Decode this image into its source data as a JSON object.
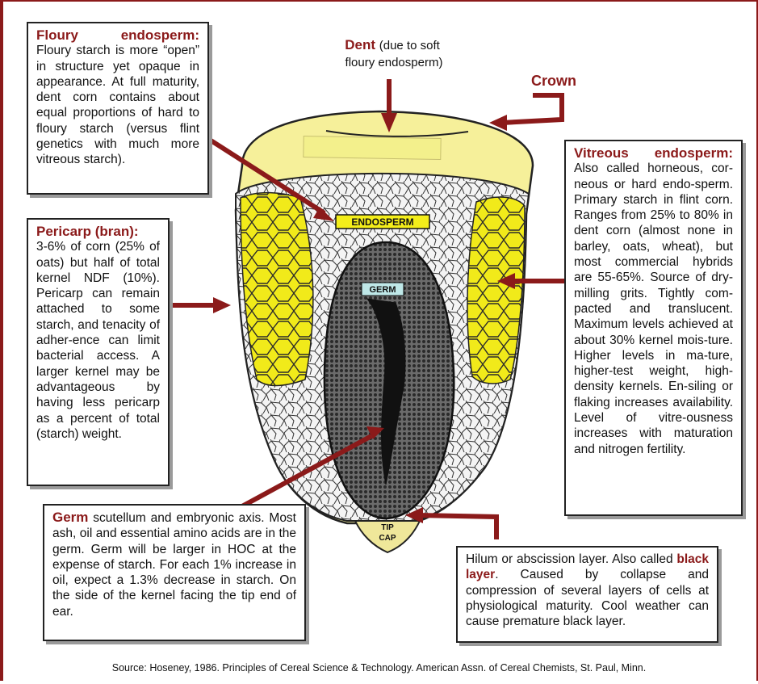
{
  "colors": {
    "title_red": "#8b1a1a",
    "arrow_red": "#8b1a1a",
    "crown_yellow": "#f6f09a",
    "vitreous_yellow": "#f1ea1a",
    "germ_dark": "#3a3a3a",
    "tip_cap": "#efe79a"
  },
  "labels": {
    "dent_title": "Dent",
    "dent_note_1": "(due to soft",
    "dent_note_2": "floury endosperm)",
    "crown": "Crown",
    "endosperm": "ENDOSPERM",
    "germ": "GERM",
    "tip_cap_1": "TIP",
    "tip_cap_2": "CAP"
  },
  "boxes": {
    "floury": {
      "title": "Floury endosperm:",
      "text": "Floury starch is more “open” in structure yet opaque in appearance. At full maturity, dent corn contains about equal proportions of hard to floury starch (versus flint genetics with much more vitreous starch)."
    },
    "pericarp": {
      "title": "Pericarp (bran):",
      "text": "3-6% of corn (25% of oats) but half of total kernel NDF (10%). Pericarp can remain attached to some starch, and tenacity of adher-ence can limit bacterial access. A larger kernel may be advantageous by having less pericarp as a percent of total (starch) weight."
    },
    "vitreous": {
      "title": "Vitreous endosperm:",
      "text": "Also called horneous, cor-neous or hard endo-sperm. Primary starch in flint corn. Ranges from 25% to 80% in dent corn (almost none in barley, oats, wheat), but most commercial hybrids are 55-65%. Source of dry-milling grits. Tightly com-pacted and translucent. Maximum levels achieved at about 30% kernel mois-ture. Higher levels in ma-ture, higher-test weight, high-density kernels. En-siling or flaking increases availability. Level of vitre-ousness increases with maturation and nitrogen fertility."
    },
    "germ": {
      "title": "Germ",
      "text": "scutellum and embryonic axis. Most ash, oil and essential amino acids are in the germ. Germ will be larger in HOC at the expense of starch. For each 1% increase in oil, expect a 1.3% decrease in starch. On the side of the kernel facing the tip end of ear."
    },
    "hilum": {
      "text_before": "Hilum or abscission layer. Also called",
      "highlight": "black layer",
      "text_after": ". Caused by collapse and compression of several layers of cells at physiological maturity. Cool weather can cause premature black layer."
    }
  },
  "source": "Source: Hoseney, 1986. Principles of Cereal Science & Technology. American Assn. of Cereal Chemists, St. Paul, Minn."
}
